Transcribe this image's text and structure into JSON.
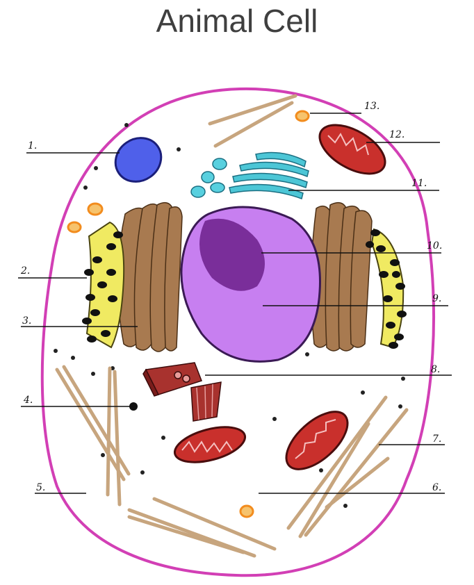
{
  "title": "Animal Cell",
  "labels": [
    "1.",
    "2.",
    "3.",
    "4.",
    "5.",
    "6.",
    "7.",
    "8.",
    "9.",
    "10.",
    "11.",
    "12.",
    "13."
  ],
  "colors": {
    "membrane": "#d23fb5",
    "nucleus": "#c77ff0",
    "nucleolus": "#7a2e9a",
    "golgi": "#9b6b3f",
    "er": "#f0ea62",
    "mitochondria": "#c9302c",
    "lysosome": "#3f53e0",
    "centrioles": "#4cc6d6",
    "vesicle": "#f28c1e",
    "cytoskeleton": "#c7a57e"
  }
}
